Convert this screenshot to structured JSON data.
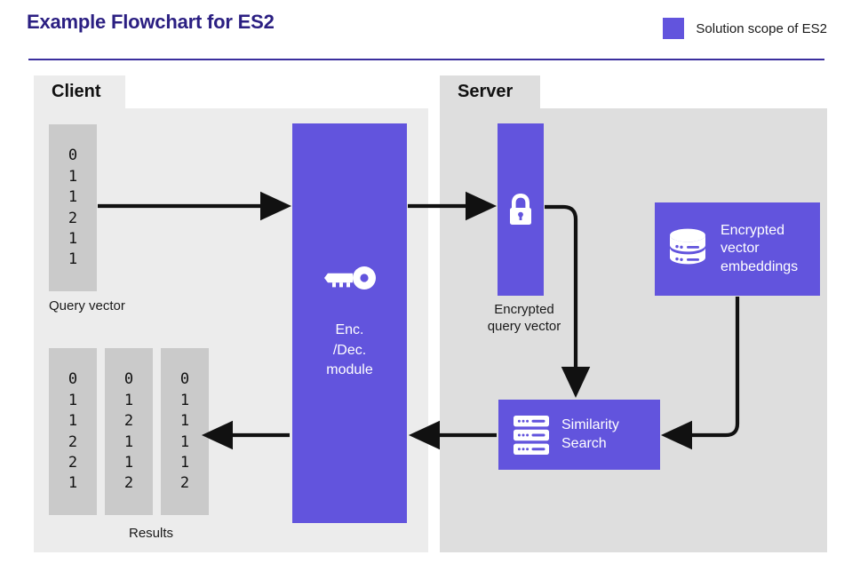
{
  "header": {
    "title": "Example Flowchart for ES2",
    "legend_label": "Solution scope of ES2",
    "legend_color": "#6254dd",
    "title_color": "#2b1f82",
    "rule_color": "#3b2f9e"
  },
  "panels": {
    "client": {
      "label": "Client",
      "background": "#ececec"
    },
    "server": {
      "label": "Server",
      "background": "#dedede"
    }
  },
  "client": {
    "query_vector": {
      "values": [
        "0",
        "1",
        "1",
        "2",
        "1",
        "1"
      ],
      "caption": "Query vector",
      "background": "#cacaca"
    },
    "results": {
      "caption": "Results",
      "columns": [
        {
          "values": [
            "0",
            "1",
            "1",
            "2",
            "2",
            "1"
          ]
        },
        {
          "values": [
            "0",
            "1",
            "2",
            "1",
            "1",
            "2"
          ]
        },
        {
          "values": [
            "0",
            "1",
            "1",
            "1",
            "1",
            "2"
          ]
        }
      ]
    },
    "enc_dec_module": {
      "label": "Enc.\n/Dec.\nmodule",
      "icon": "key-icon",
      "color": "#6254dd"
    }
  },
  "server": {
    "encrypted_query_vector": {
      "caption": "Encrypted query vector",
      "icon": "lock-icon",
      "color": "#6254dd"
    },
    "encrypted_embeddings": {
      "label": "Encrypted vector embeddings",
      "icon": "database-icon",
      "color": "#6254dd"
    },
    "similarity_search": {
      "label": "Similarity Search",
      "icon": "server-rack-icon",
      "color": "#6254dd"
    }
  },
  "flow": {
    "arrow_color": "#111111",
    "arrows": [
      {
        "name": "query-to-encdec",
        "from": "query-vector",
        "to": "enc-dec-module"
      },
      {
        "name": "encdec-to-encrypted-query",
        "from": "enc-dec-module",
        "to": "encrypted-query-vector"
      },
      {
        "name": "encrypted-query-to-similarity",
        "from": "encrypted-query-vector",
        "to": "similarity-search"
      },
      {
        "name": "embeddings-to-similarity",
        "from": "encrypted-embeddings",
        "to": "similarity-search"
      },
      {
        "name": "similarity-to-encdec",
        "from": "similarity-search",
        "to": "enc-dec-module"
      },
      {
        "name": "encdec-to-results",
        "from": "enc-dec-module",
        "to": "results"
      }
    ]
  }
}
